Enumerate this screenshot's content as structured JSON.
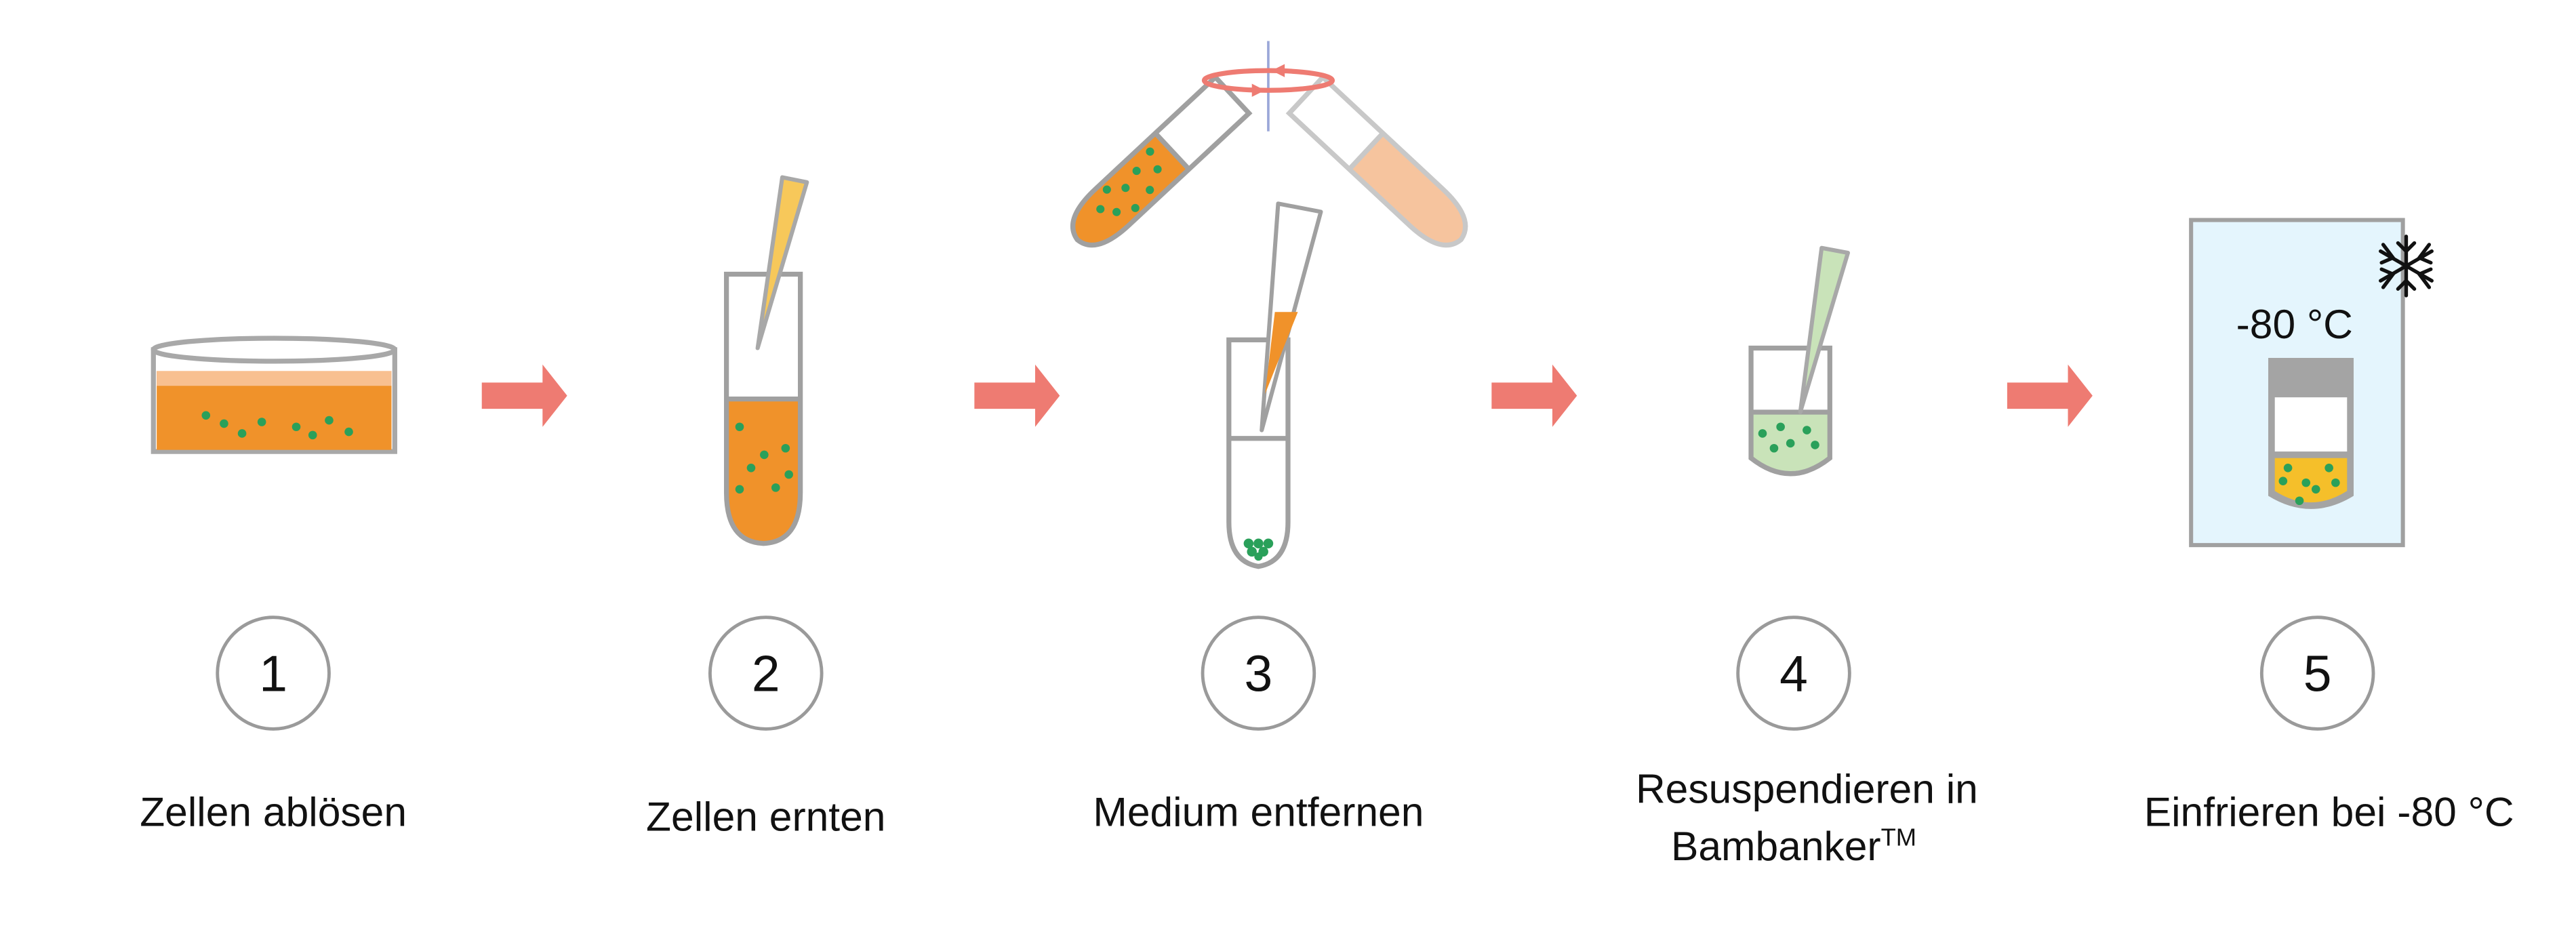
{
  "steps": [
    {
      "number": "1",
      "label": "Zellen ablösen"
    },
    {
      "number": "2",
      "label": "Zellen ernten"
    },
    {
      "number": "3",
      "label": "Medium entfernen"
    },
    {
      "number": "4",
      "label_line1": "Resuspendieren in",
      "label_line2": "Bambanker",
      "label_sup": "TM"
    },
    {
      "number": "5",
      "label": "Einfrieren bei -80 °C"
    }
  ],
  "freezer": {
    "temperature": "-80 °C",
    "icon": "snowflake-icon"
  },
  "colors": {
    "arrow": "#ee7b72",
    "medium": "#f0922a",
    "cells": "#2aa05a",
    "bambanker": "#c9e3b9",
    "frozen": "#f5bf2a",
    "freezer_bg": "#e4f5fd",
    "outline": "#a0a0a0"
  }
}
